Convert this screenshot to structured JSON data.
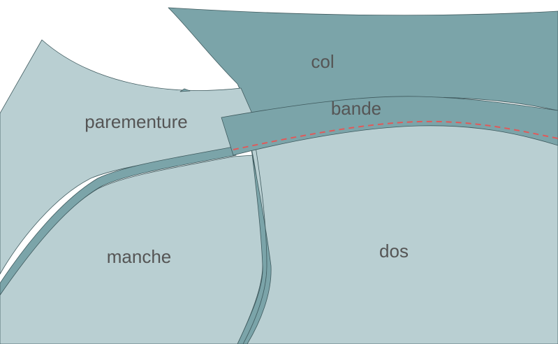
{
  "colors": {
    "background": "#ffffff",
    "light_fabric": "#b9cfd2",
    "dark_fabric": "#7ba4a9",
    "outline": "#3f5a5e",
    "label_text": "#555555",
    "stitch_line": "#e05a5a"
  },
  "pieces": {
    "col": {
      "label": "col"
    },
    "bande": {
      "label": "bande"
    },
    "parementure": {
      "label": "parementure"
    },
    "manche": {
      "label": "manche"
    },
    "dos": {
      "label": "dos"
    }
  },
  "stitch_line": {
    "style": "dashed"
  }
}
